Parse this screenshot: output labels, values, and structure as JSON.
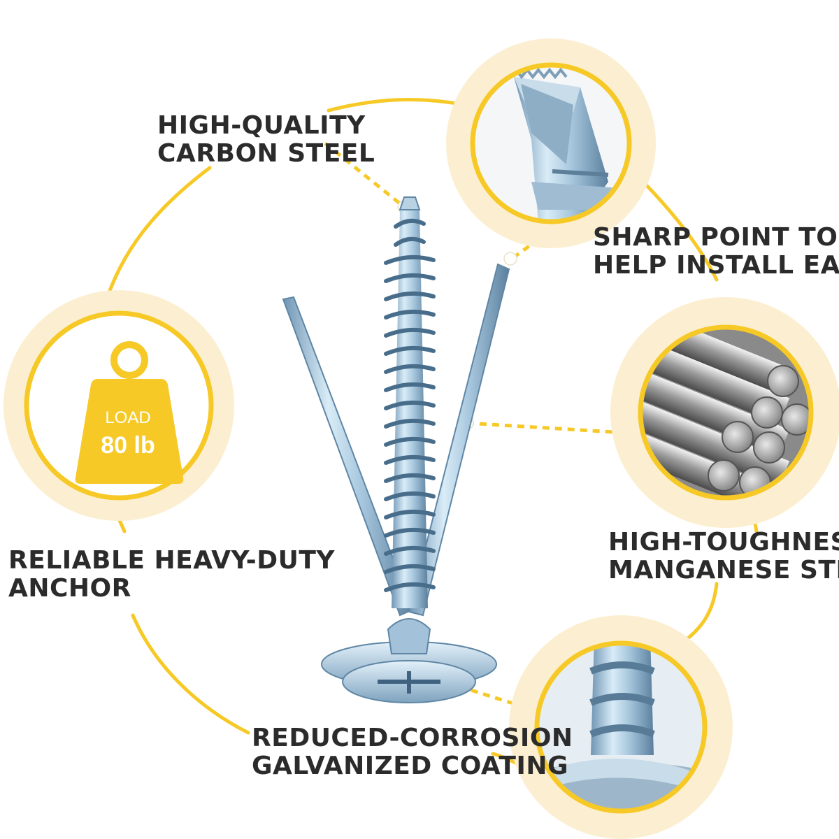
{
  "labels": {
    "carbon_steel": [
      "HIGH-QUALITY",
      "CARBON STEEL"
    ],
    "sharp_point": [
      "SHARP POINT TO",
      "HELP INSTALL EASILY"
    ],
    "heavy_duty": [
      "RELIABLE HEAVY-DUTY",
      "ANCHOR"
    ],
    "manganese": [
      "HIGH-TOUGHNESS",
      "MANGANESE STEEL"
    ],
    "coating": [
      "REDUCED-CORROSION",
      "GALVANIZED COATING"
    ]
  },
  "load_badge": {
    "label": "LOAD",
    "value": "80 lb"
  },
  "icons": [
    "weight-icon",
    "steel-rods-photo",
    "wing-tip-photo",
    "screw-head-photo",
    "toggle-anchor-product"
  ],
  "colors": {
    "accent_yellow": "#f6c927",
    "halo_cream": "#fcefd1",
    "text_dark": "#2b2b2b",
    "zinc_steel": "#9fc0d8"
  }
}
